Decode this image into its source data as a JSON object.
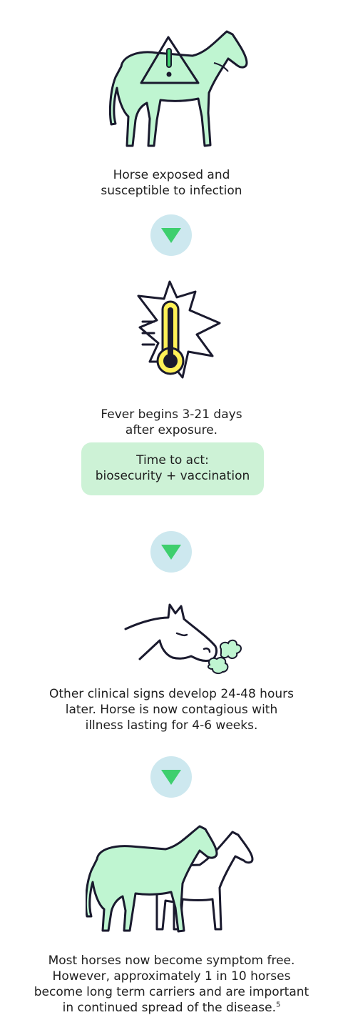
{
  "steps": [
    {
      "icon": "horse-warning-icon",
      "caption_lines": [
        "Horse exposed and",
        "susceptible to infection"
      ]
    },
    {
      "icon": "thermometer-icon",
      "caption_lines": [
        "Fever begins 3-21 days",
        "after exposure."
      ],
      "callout_lines": [
        "Time to act:",
        "biosecurity + vaccination"
      ]
    },
    {
      "icon": "horse-snorting-icon",
      "caption_lines": [
        "Other clinical signs develop 24-48 hours",
        "later. Horse is now contagious with",
        "illness lasting for 4-6 weeks."
      ]
    },
    {
      "icon": "two-horses-icon",
      "caption_lines": [
        "Most horses now become symptom free.",
        "However, approximately 1 in 10 horses",
        "become long term carriers and are important",
        "in continued spread of the disease."
      ],
      "footnote": "5"
    }
  ],
  "colors": {
    "horse_fill": "#bff5d1",
    "outline": "#1a1a2e",
    "arrow_circle": "#cde8ef",
    "arrow": "#3ecf6e",
    "callout_bg": "#cdf2d6",
    "thermometer_fill": "#fff157",
    "warning_green": "#3ecf6e"
  }
}
